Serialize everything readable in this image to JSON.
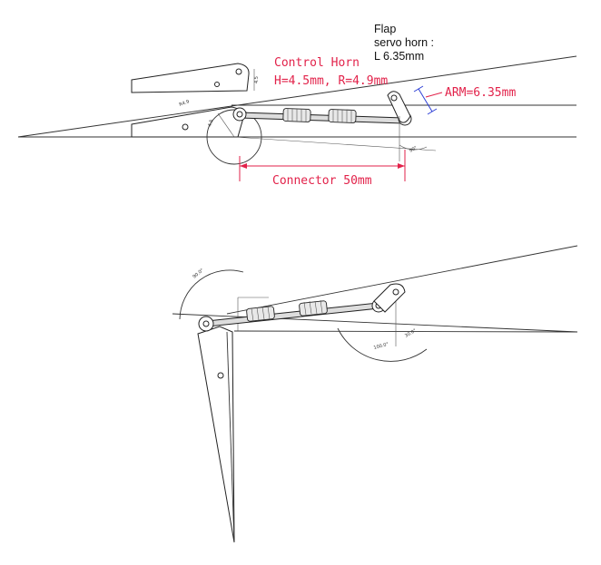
{
  "labels": {
    "control_horn_title": "Control Horn",
    "control_horn_dims": "H=4.5mm, R=4.9mm",
    "flap_line1": "Flap",
    "flap_line2": "servo horn :",
    "flap_line3": "L 6.35mm",
    "arm": "ARM=6.35mm",
    "connector": "Connector 50mm"
  },
  "colors": {
    "annotation_red": "#e2224a",
    "arm_blue": "#2d3fd6",
    "line_dark": "#222222"
  }
}
